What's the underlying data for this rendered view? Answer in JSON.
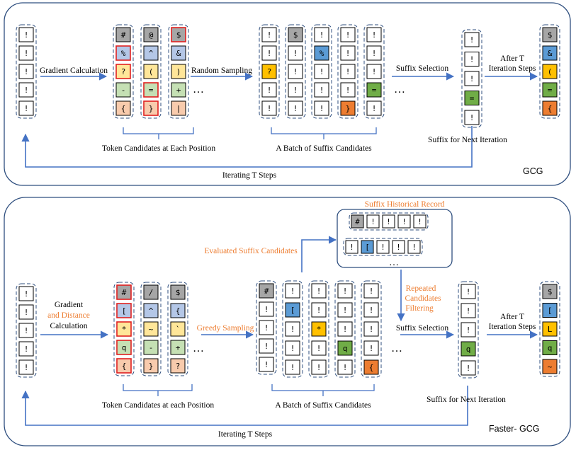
{
  "colors": {
    "gray": "#a6a6a6",
    "blue": "#b4c7e7",
    "yellow": "#ffe699",
    "green": "#c5e0b4",
    "salmon": "#f8cbad",
    "strongBlue": "#5b9bd5",
    "strongYellow": "#ffc000",
    "strongGreen": "#70ad47",
    "strongOrange": "#ed7d31",
    "red": "#e02020",
    "arrow": "#4472c4",
    "orangeText": "#ed7d31",
    "frame": "#2f4f7f"
  },
  "gcg": {
    "name": "GCG",
    "labels": {
      "gradient_calc": "Gradient Calculation",
      "random_sampling": "Random Sampling",
      "suffix_selection": "Suffix Selection",
      "after_t_1": "After T",
      "after_t_2": "Iteration Steps",
      "token_candidates": "Token Candidates at Each Position",
      "batch": "A Batch of Suffix Candidates",
      "next_iter": "Suffix for Next Iteration",
      "iterating": "Iterating T Steps",
      "ellipsis": "…"
    },
    "initial": [
      "!",
      "!",
      "!",
      "!",
      "!"
    ],
    "token_candidates": [
      [
        {
          "t": "#",
          "c": "gray"
        },
        {
          "t": "%",
          "c": "blue",
          "r": 1
        },
        {
          "t": "?",
          "c": "yellow",
          "r": 1
        },
        {
          "t": "-",
          "c": "green"
        },
        {
          "t": "{",
          "c": "salmon"
        }
      ],
      [
        {
          "t": "@",
          "c": "gray"
        },
        {
          "t": "^",
          "c": "blue"
        },
        {
          "t": "(",
          "c": "yellow"
        },
        {
          "t": "=",
          "c": "green",
          "r": 1
        },
        {
          "t": "}",
          "c": "salmon",
          "r": 1
        }
      ],
      [
        {
          "t": "$",
          "c": "gray",
          "r": 1
        },
        {
          "t": "&",
          "c": "blue"
        },
        {
          "t": ")",
          "c": "yellow"
        },
        {
          "t": "+",
          "c": "green"
        },
        {
          "t": "|",
          "c": "salmon"
        }
      ]
    ],
    "batch": [
      [
        {
          "t": "!"
        },
        {
          "t": "!"
        },
        {
          "t": "?",
          "c": "strongYellow"
        },
        {
          "t": "!"
        },
        {
          "t": "!"
        }
      ],
      [
        {
          "t": "$",
          "c": "gray"
        },
        {
          "t": "!"
        },
        {
          "t": "!"
        },
        {
          "t": "!"
        },
        {
          "t": "!"
        }
      ],
      [
        {
          "t": "!"
        },
        {
          "t": "%",
          "c": "strongBlue"
        },
        {
          "t": "!"
        },
        {
          "t": "!"
        },
        {
          "t": "!"
        }
      ],
      [
        {
          "t": "!"
        },
        {
          "t": "!"
        },
        {
          "t": "!"
        },
        {
          "t": "!"
        },
        {
          "t": "}",
          "c": "strongOrange"
        }
      ],
      [
        {
          "t": "!"
        },
        {
          "t": "!"
        },
        {
          "t": "!"
        },
        {
          "t": "=",
          "c": "strongGreen"
        },
        {
          "t": "!"
        }
      ]
    ],
    "next": [
      {
        "t": "!"
      },
      {
        "t": "!"
      },
      {
        "t": "!"
      },
      {
        "t": "=",
        "c": "strongGreen"
      },
      {
        "t": "!"
      }
    ],
    "final": [
      {
        "t": "$",
        "c": "gray"
      },
      {
        "t": "&",
        "c": "strongBlue"
      },
      {
        "t": "(",
        "c": "strongYellow"
      },
      {
        "t": "=",
        "c": "strongGreen"
      },
      {
        "t": "{",
        "c": "strongOrange"
      }
    ]
  },
  "fgcg": {
    "name": "Faster- GCG",
    "labels": {
      "gradient": "Gradient",
      "and_distance": "and",
      "distance": "Distance",
      "calculation": "Calculation",
      "greedy_sampling": "Greedy Sampling",
      "evaluated": "Evaluated Suffix Candidates",
      "historical": "Suffix Historical Record",
      "repeated_1": "Repeated",
      "repeated_2": "Candidates",
      "repeated_3": "Filtering",
      "suffix_selection": "Suffix Selection",
      "after_t_1": "After T",
      "after_t_2": "Iteration Steps",
      "token_candidates": "Token Candidates at each Position",
      "batch": "A Batch of Suffix Candidates",
      "next_iter": "Suffix for Next Iteration",
      "iterating": "Iterating T Steps",
      "ellipsis": "…"
    },
    "initial": [
      "!",
      "!",
      "!",
      "!",
      "!"
    ],
    "token_candidates": [
      [
        {
          "t": "#",
          "c": "gray",
          "r": 1
        },
        {
          "t": "[",
          "c": "blue",
          "r": 1
        },
        {
          "t": "*",
          "c": "yellow",
          "r": 1
        },
        {
          "t": "q",
          "c": "green",
          "r": 1
        },
        {
          "t": "{",
          "c": "salmon",
          "r": 1
        }
      ],
      [
        {
          "t": "/",
          "c": "gray"
        },
        {
          "t": "^",
          "c": "blue"
        },
        {
          "t": "~",
          "c": "yellow"
        },
        {
          "t": "-",
          "c": "green"
        },
        {
          "t": "}",
          "c": "salmon"
        }
      ],
      [
        {
          "t": "$",
          "c": "gray"
        },
        {
          "t": "{",
          "c": "blue"
        },
        {
          "t": "`",
          "c": "yellow"
        },
        {
          "t": "+",
          "c": "green"
        },
        {
          "t": "?",
          "c": "salmon"
        }
      ]
    ],
    "batch": [
      [
        {
          "t": "#",
          "c": "gray"
        },
        {
          "t": "!"
        },
        {
          "t": "!"
        },
        {
          "t": "!"
        },
        {
          "t": "!"
        }
      ],
      [
        {
          "t": "!"
        },
        {
          "t": "[",
          "c": "strongBlue"
        },
        {
          "t": "!"
        },
        {
          "t": "!"
        },
        {
          "t": "!"
        }
      ],
      [
        {
          "t": "!"
        },
        {
          "t": "!"
        },
        {
          "t": "*",
          "c": "strongYellow"
        },
        {
          "t": "!"
        },
        {
          "t": "!"
        }
      ],
      [
        {
          "t": "!"
        },
        {
          "t": "!"
        },
        {
          "t": "!"
        },
        {
          "t": "q",
          "c": "strongGreen"
        },
        {
          "t": "!"
        }
      ],
      [
        {
          "t": "!"
        },
        {
          "t": "!"
        },
        {
          "t": "!"
        },
        {
          "t": "!"
        },
        {
          "t": "{",
          "c": "strongOrange"
        }
      ]
    ],
    "history": [
      [
        {
          "t": "#",
          "c": "gray"
        },
        {
          "t": "!"
        },
        {
          "t": "!"
        },
        {
          "t": "!"
        },
        {
          "t": "!"
        }
      ],
      [
        {
          "t": "!"
        },
        {
          "t": "[",
          "c": "strongBlue"
        },
        {
          "t": "!"
        },
        {
          "t": "!"
        },
        {
          "t": "!"
        }
      ]
    ],
    "next": [
      {
        "t": "!"
      },
      {
        "t": "!"
      },
      {
        "t": "!"
      },
      {
        "t": "q",
        "c": "strongGreen"
      },
      {
        "t": "!"
      }
    ],
    "final": [
      {
        "t": "$",
        "c": "gray"
      },
      {
        "t": "[",
        "c": "strongBlue"
      },
      {
        "t": "L",
        "c": "strongYellow"
      },
      {
        "t": "q",
        "c": "strongGreen"
      },
      {
        "t": "~",
        "c": "strongOrange"
      }
    ]
  }
}
